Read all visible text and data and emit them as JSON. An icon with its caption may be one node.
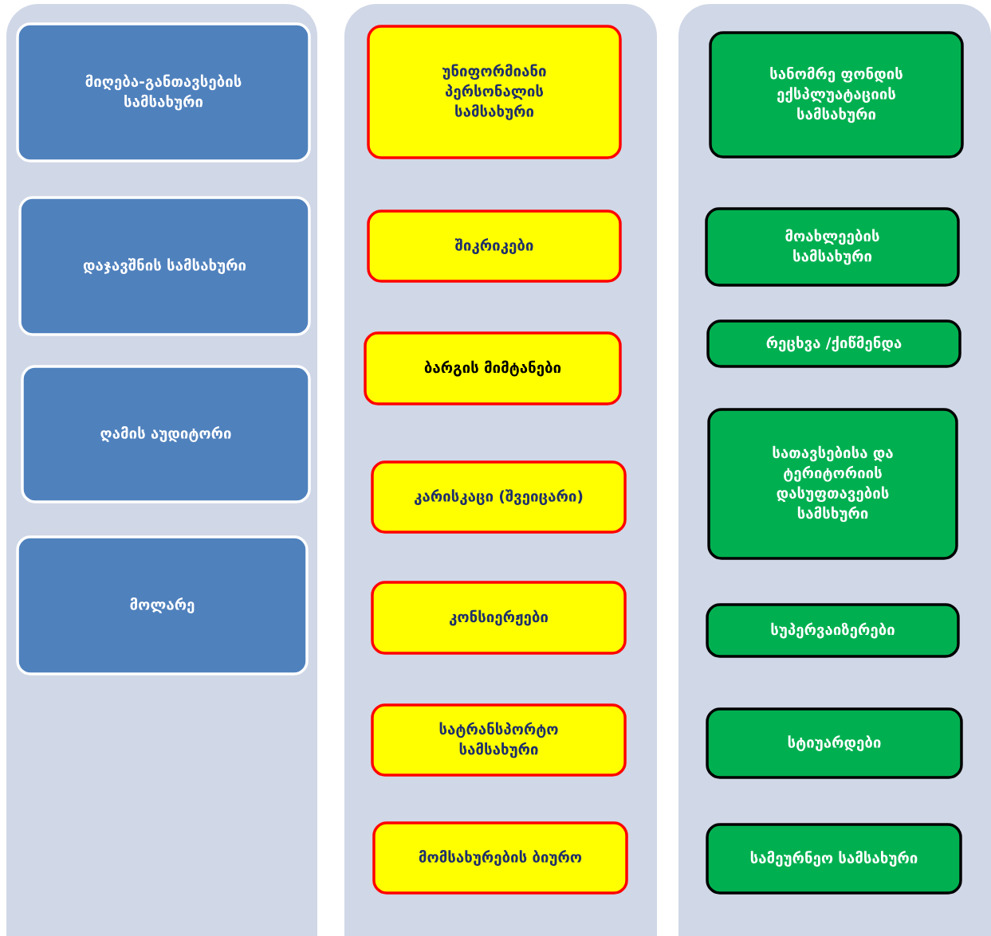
{
  "diagram": {
    "nodes": [
      {
        "text": [],
        "shape": "box"
      },
      {
        "text": [
          "მიღება-განთავსების სამსახური"
        ],
        "in": 0
      },
      {
        "text": [
          "დაჯავშნის სამსახური"
        ],
        "in": 0
      },
      {
        "text": [
          "ღამის აუდიტორი"
        ],
        "in": 0
      },
      {
        "text": [
          "მოლარე"
        ],
        "in": 0
      },
      {
        "text": [],
        "shape": "box"
      },
      {
        "text": [
          "უნიფორმიანი პერსონალის სამსახური"
        ],
        "in": 5
      },
      {
        "text": [
          "შიკრიკები"
        ],
        "in": 5
      },
      {
        "text": [
          "ბარგის მიმტანები"
        ],
        "in": 5
      },
      {
        "text": [
          "კარისკაცი (შვეიცარი)"
        ],
        "in": 5
      },
      {
        "text": [
          "კონსიერჟები"
        ],
        "in": 5
      },
      {
        "text": [
          "სატრანსპორტო სამსახური"
        ],
        "in": 5
      },
      {
        "text": [
          "მომსახურების ბიურო"
        ],
        "in": 5
      },
      {
        "text": [],
        "shape": "box"
      },
      {
        "text": [
          "სანომრე ფონდის ექსპლუატაციის სამსახური"
        ],
        "in": 13
      },
      {
        "text": [
          "მოახლეების სამსახური"
        ],
        "in": 13
      },
      {
        "text": [
          "რეცხვა /ქიწმენდა"
        ],
        "in": 13
      },
      {
        "text": [
          "სათავსებისა და ტერიტორიის დასუფთავების სამსხური"
        ],
        "in": 13
      },
      {
        "text": [
          "სუპერვაიზერები"
        ],
        "in": 13
      },
      {
        "text": [
          "სტიუარდები"
        ],
        "in": 13
      },
      {
        "text": [
          "სამეურნეო სამსახური"
        ],
        "in": 13
      }
    ]
  }
}
